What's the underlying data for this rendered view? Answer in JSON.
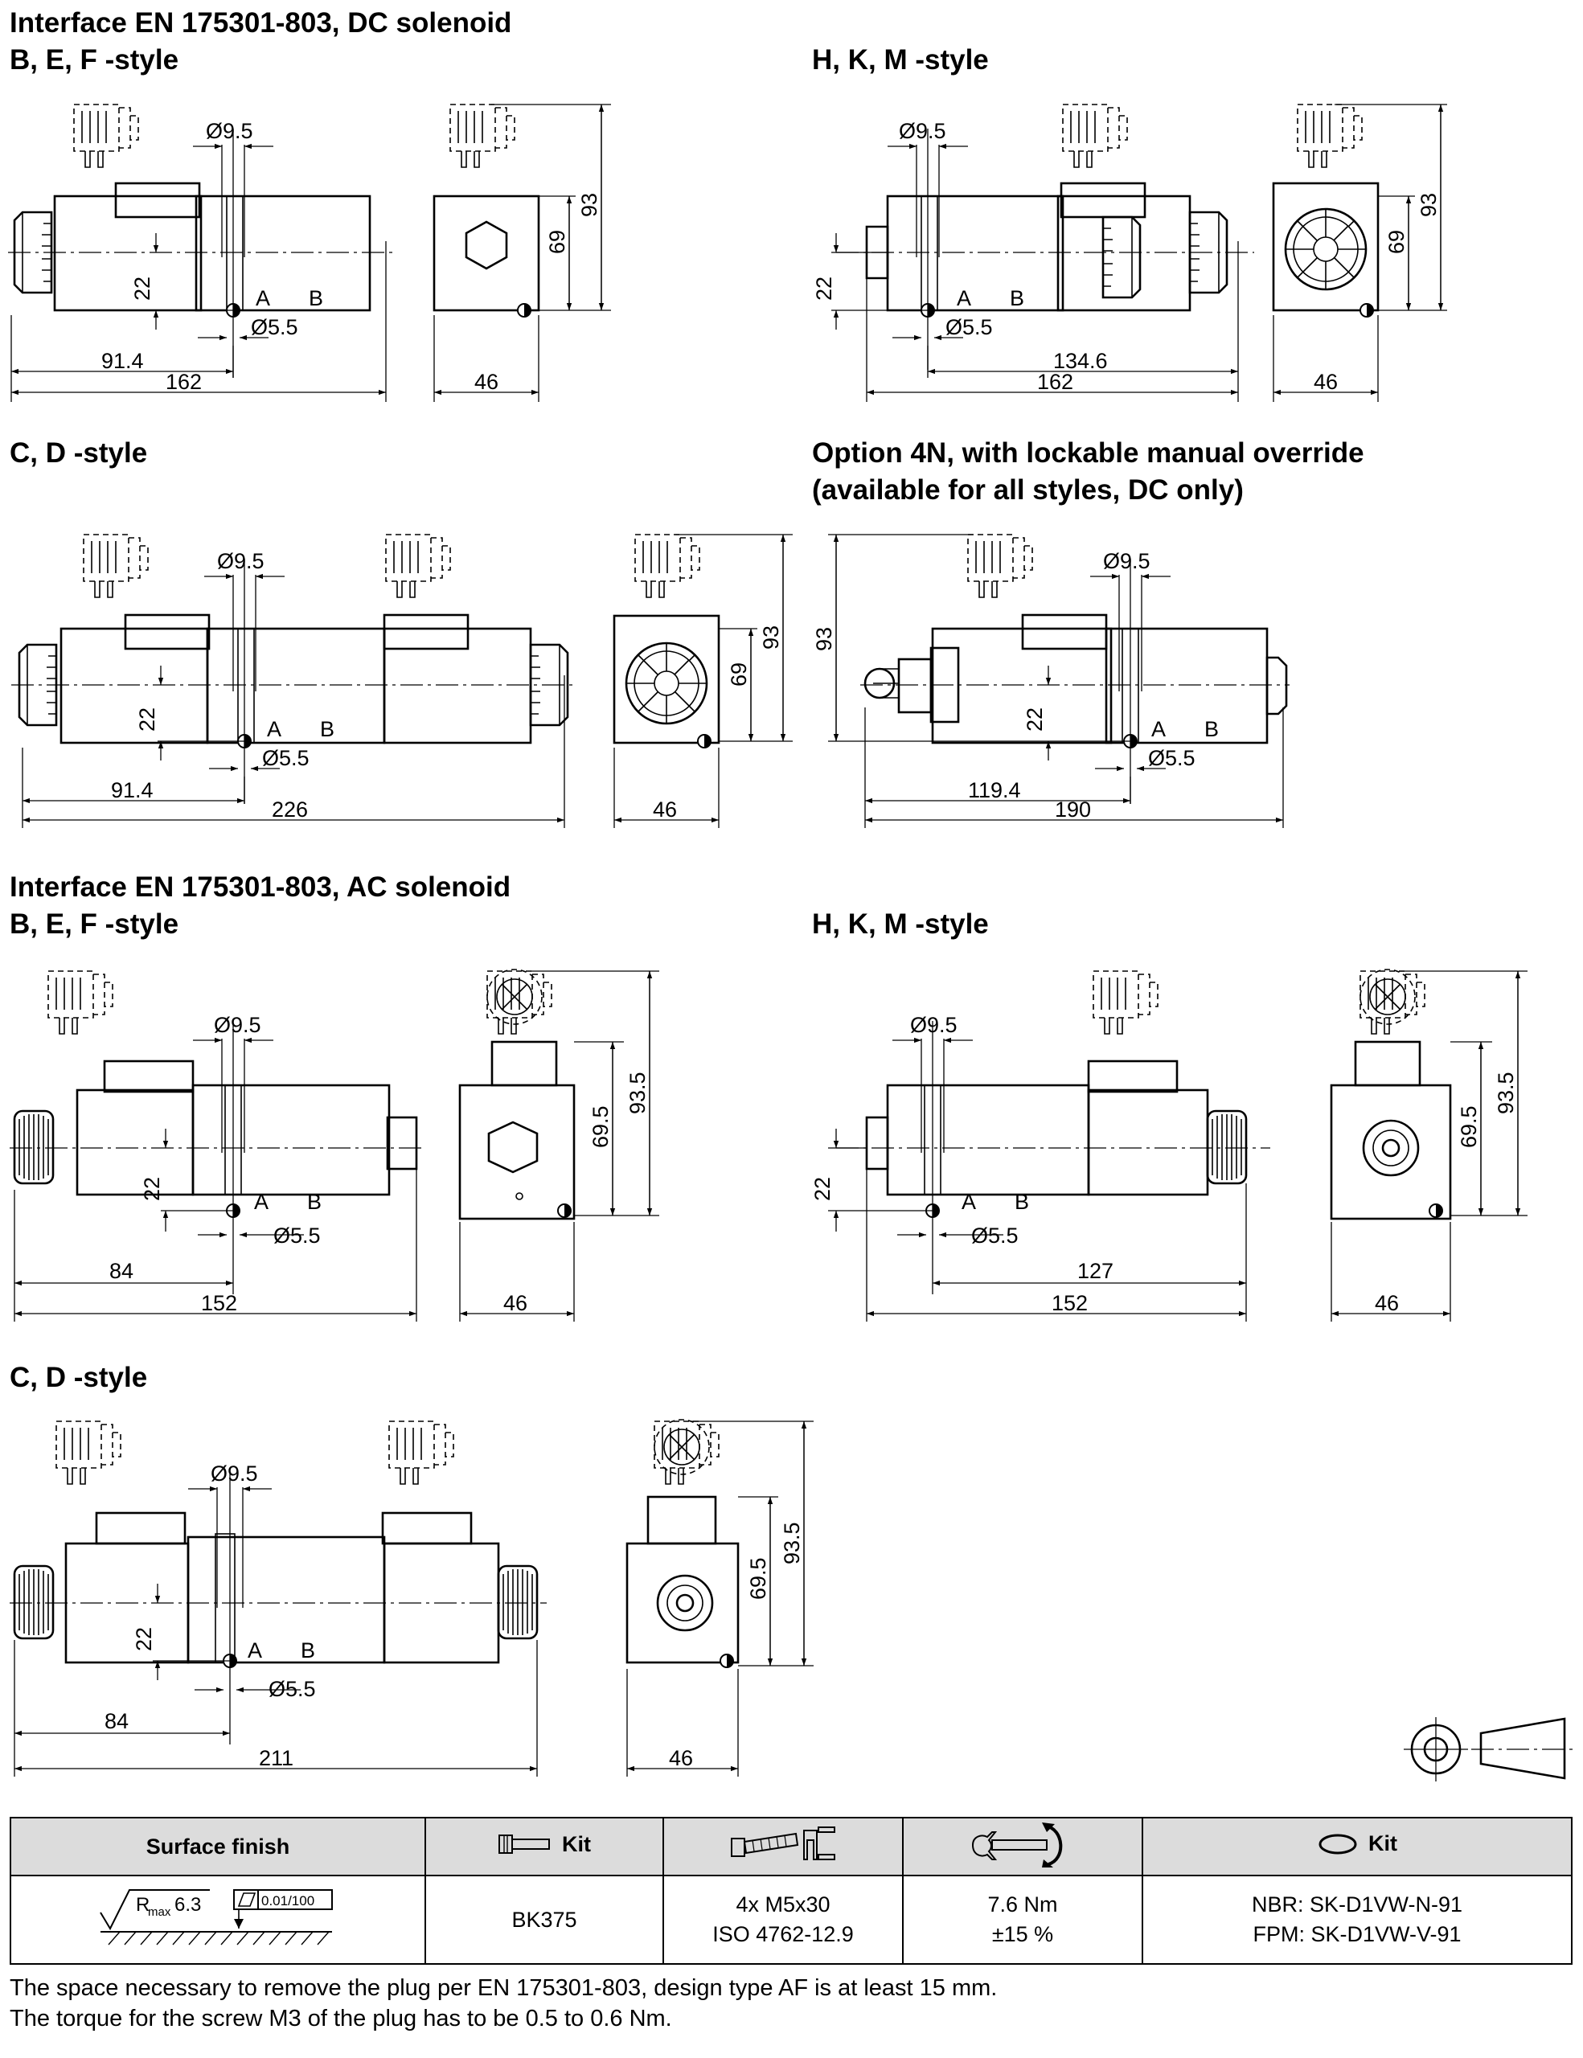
{
  "headings": {
    "dc_interface": "Interface EN 175301-803, DC solenoid",
    "dc_bef": "B, E, F -style",
    "dc_hkm": "H, K, M -style",
    "dc_cd": "C, D -style",
    "opt4n_line1": "Option 4N, with lockable manual override",
    "opt4n_line2": "(available for all styles, DC only)",
    "ac_interface": "Interface EN 175301-803, AC solenoid",
    "ac_bef": "B, E, F -style",
    "ac_hkm": "H, K, M -style",
    "ac_cd": "C, D -style"
  },
  "labels": {
    "a": "A",
    "b": "B",
    "dia_big": "Ø9.5",
    "dia_small": "Ø5.5"
  },
  "dims": {
    "d22": "22",
    "d46": "46",
    "d69": "69",
    "d93": "93",
    "d69_5": "69.5",
    "d93_5": "93.5",
    "d91_4": "91.4",
    "d162": "162",
    "d134_6": "134.6",
    "d226": "226",
    "d119_4": "119.4",
    "d190": "190",
    "d84": "84",
    "d152": "152",
    "d127": "127",
    "d211": "211"
  },
  "table": {
    "headers": {
      "surface_finish": "Surface finish",
      "kit": "Kit",
      "o_kit": "Kit"
    },
    "rmax_prefix": "R",
    "rmax_sub": "max",
    "rmax_value": "6.3",
    "flatness": "0.01/100",
    "bolt_kit": "BK375",
    "screws_line1": "4x M5x30",
    "screws_line2": "ISO 4762-12.9",
    "torque_line1": "7.6 Nm",
    "torque_line2": "±15 %",
    "seal_line1": "NBR: SK-D1VW-N-91",
    "seal_line2": "FPM: SK-D1VW-V-91"
  },
  "notes": {
    "line1": "The space necessary to remove the plug per EN 175301-803, design type AF is at least 15 mm.",
    "line2": "The torque for the screw M3 of the plug has to be 0.5 to 0.6 Nm."
  }
}
